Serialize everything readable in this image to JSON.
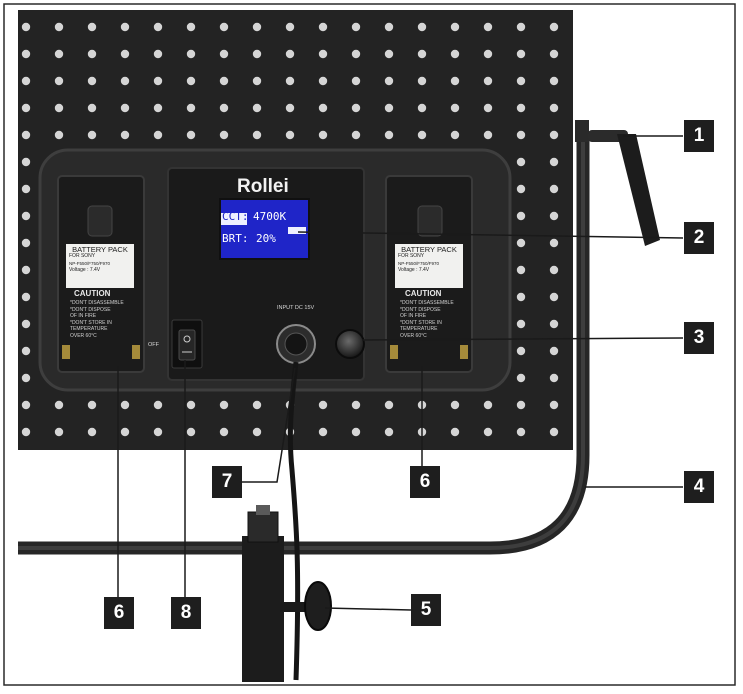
{
  "brand": "Rollei",
  "display": {
    "cct_label": "CCT:",
    "cct_value": "4700K",
    "brt_label": "BRT:",
    "brt_value": "20%"
  },
  "input_label": "INPUT DC 15V",
  "switch_label": "OFF",
  "battery_left": {
    "title": "BATTERY PACK",
    "line1": "FOR SONY",
    "line2": "NP-F550/F750/F970",
    "line3": "Voltage : 7.4V",
    "caution": "CAUTION",
    "w1": "*DON'T DISASSEMBLE",
    "w2": "*DON'T DISPOSE",
    "w3": "OF IN FIRE",
    "w4": "*DON'T STORE IN",
    "w5": "TEMPERATURE",
    "w6": "OVER 60°C"
  },
  "battery_right": {
    "title": "BATTERY PACK",
    "line1": "FOR SONY",
    "line2": "NP-F550/F750/F970",
    "line3": "Voltage : 7.4V",
    "caution": "CAUTION",
    "w1": "*DON'T DISASSEMBLE",
    "w2": "*DON'T DISPOSE",
    "w3": "OF IN FIRE",
    "w4": "*DON'T STORE IN",
    "w5": "TEMPERATURE",
    "w6": "OVER 60°C"
  },
  "callouts": [
    {
      "number": "1"
    },
    {
      "number": "2"
    },
    {
      "number": "3"
    },
    {
      "number": "4"
    },
    {
      "number": "5"
    },
    {
      "number": "6"
    },
    {
      "number": "6"
    },
    {
      "number": "7"
    },
    {
      "number": "8"
    }
  ]
}
